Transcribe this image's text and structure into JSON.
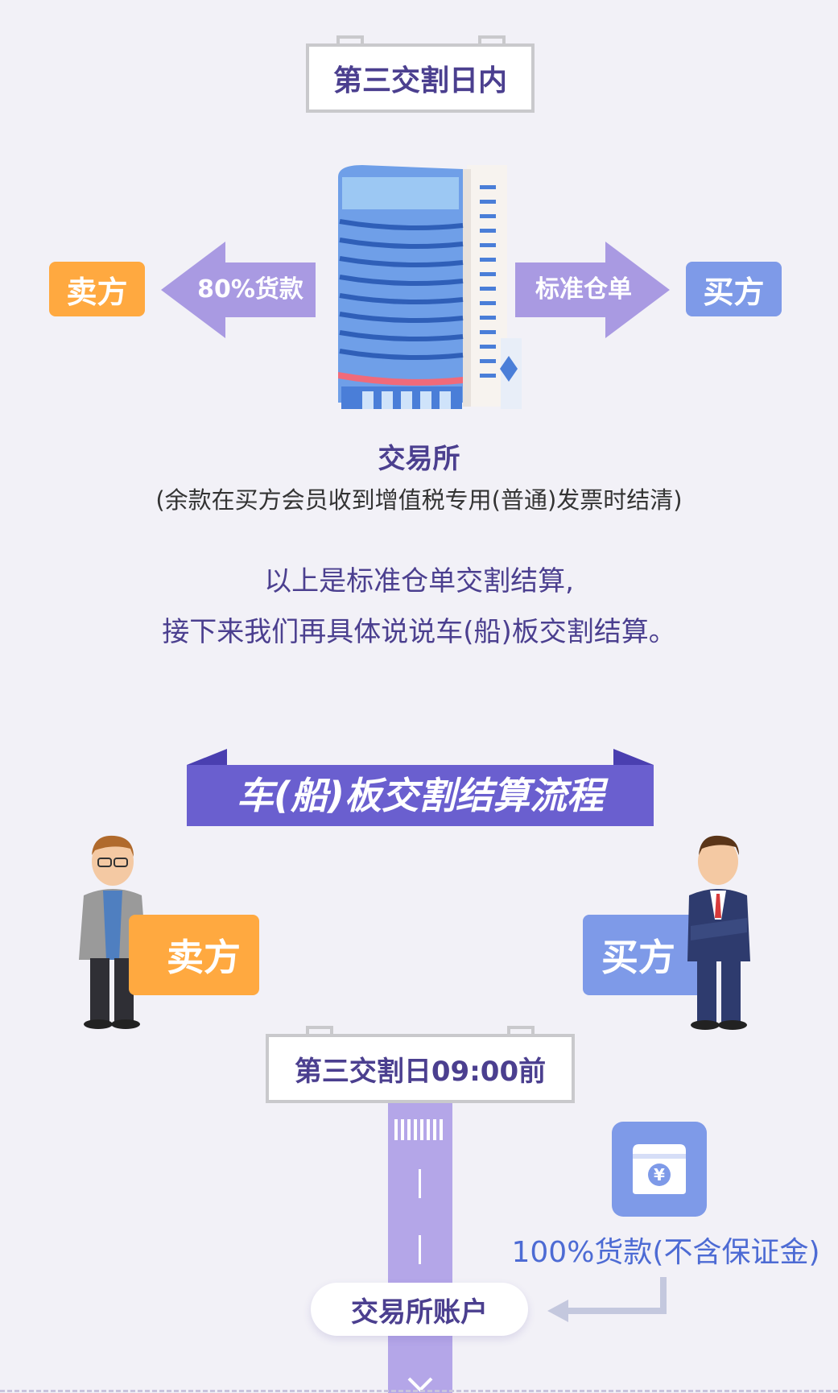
{
  "top_sign": {
    "text": "第三交割日内"
  },
  "flow1": {
    "seller": "卖方",
    "buyer": "买方",
    "arrow_left": "80%货款",
    "arrow_right": "标准仓单",
    "exchange": "交易所",
    "note": "(余款在买方会员收到增值税专用(普通)发票时结清)"
  },
  "transition": {
    "line1": "以上是标准仓单交割结算,",
    "line2": "接下来我们再具体说说车(船)板交割结算。"
  },
  "banner": {
    "title": "车(船)板交割结算流程"
  },
  "flow2": {
    "seller": "卖方",
    "buyer": "买方",
    "time_sign": "第三交割日09:00前",
    "payment": "100%货款(不含保证金)",
    "account": "交易所账户",
    "yuan_symbol": "¥"
  },
  "colors": {
    "orange": "#ffa940",
    "blue": "#7e9ae8",
    "purple": "#a99ae2",
    "banner": "#6a5fcf",
    "text": "#4b3f8f"
  }
}
